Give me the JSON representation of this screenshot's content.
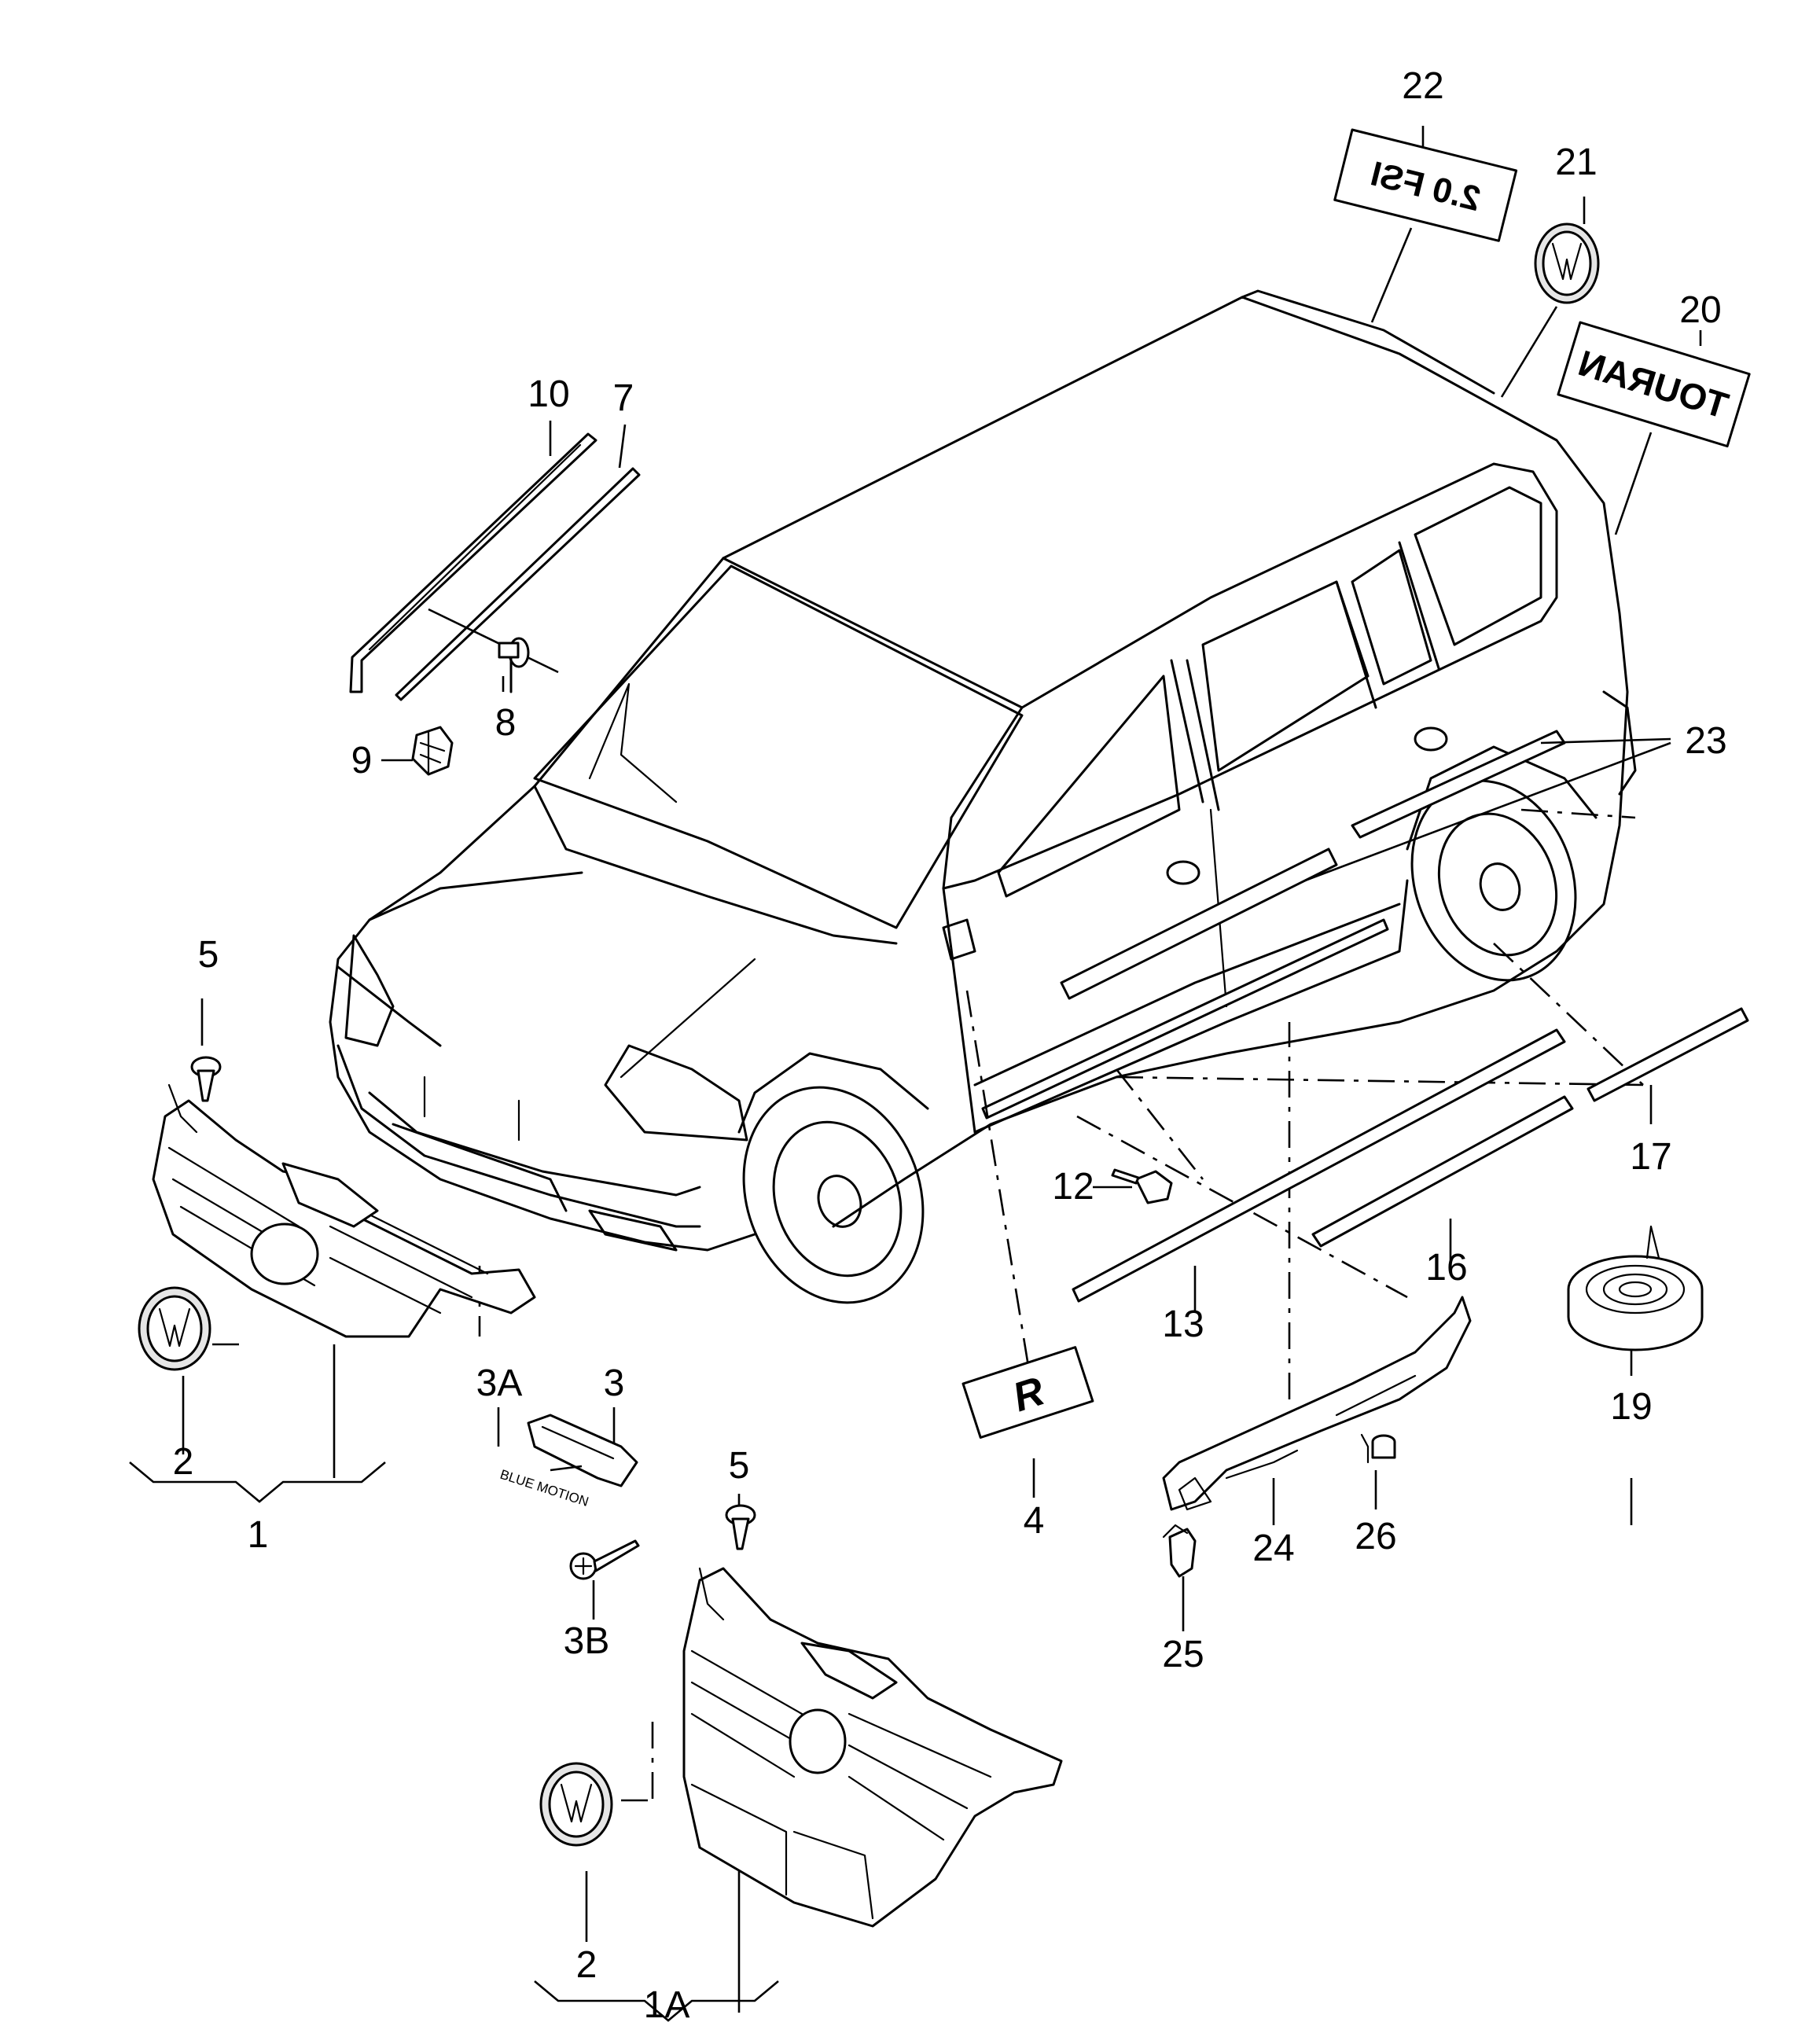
{
  "callouts": {
    "c1": "1",
    "c1a": "1A",
    "c2a": "2",
    "c2b": "2",
    "c3": "3",
    "c3a": "3A",
    "c3b": "3B",
    "c4": "4",
    "c5a": "5",
    "c5b": "5",
    "c7": "7",
    "c8": "8",
    "c9": "9",
    "c10": "10",
    "c12": "12",
    "c13": "13",
    "c16": "16",
    "c17": "17",
    "c19": "19",
    "c20": "20",
    "c21": "21",
    "c22": "22",
    "c23": "23",
    "c24": "24",
    "c25": "25",
    "c26": "26"
  },
  "badges": {
    "engine_badge": "2.0 FSI",
    "model_badge": "TOURAN",
    "rline_badge": "R",
    "bluemotion_label": "BLUE MOTION"
  },
  "icons": [
    "vw-emblem",
    "r-line-emblem",
    "screw",
    "clip",
    "rivet",
    "adhesive-tape-roll"
  ]
}
